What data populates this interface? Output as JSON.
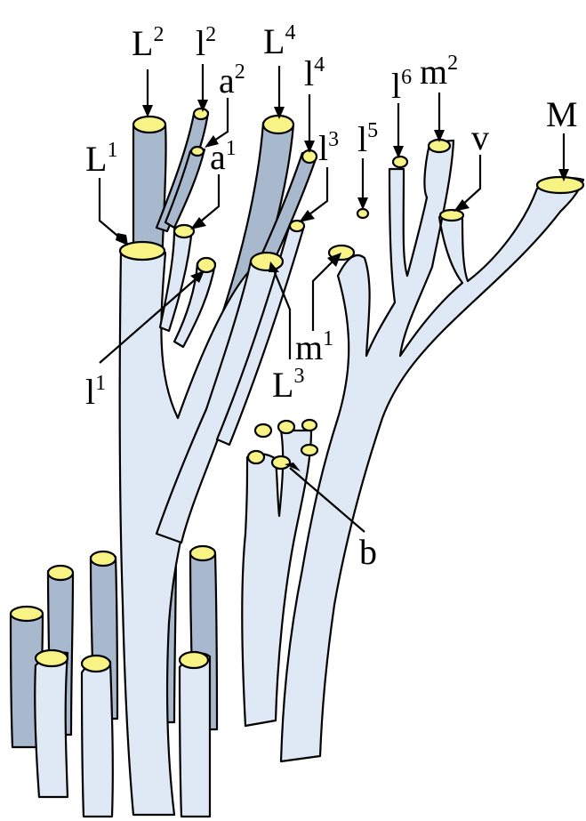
{
  "colors": {
    "light_stem": "#dfe8f5",
    "dark_stem": "#a8b8cd",
    "cut_surface": "#f7f385",
    "outline": "#000000",
    "background": "#ffffff"
  },
  "labels": {
    "L2": {
      "base": "L",
      "sup": "2"
    },
    "l2": {
      "base": "l",
      "sup": "2"
    },
    "L4": {
      "base": "L",
      "sup": "4"
    },
    "l4": {
      "base": "l",
      "sup": "4"
    },
    "a2": {
      "base": "a",
      "sup": "2"
    },
    "a1": {
      "base": "a",
      "sup": "1"
    },
    "L1": {
      "base": "L",
      "sup": "1"
    },
    "l3": {
      "base": "l",
      "sup": "3"
    },
    "l6": {
      "base": "l",
      "sup": "6"
    },
    "m2": {
      "base": "m",
      "sup": "2"
    },
    "v": {
      "base": "v",
      "sup": ""
    },
    "M": {
      "base": "M",
      "sup": ""
    },
    "l5": {
      "base": "l",
      "sup": "5"
    },
    "l1": {
      "base": "l",
      "sup": "1"
    },
    "m1": {
      "base": "m",
      "sup": "1"
    },
    "L3": {
      "base": "L",
      "sup": "3"
    },
    "b": {
      "base": "b",
      "sup": ""
    }
  }
}
